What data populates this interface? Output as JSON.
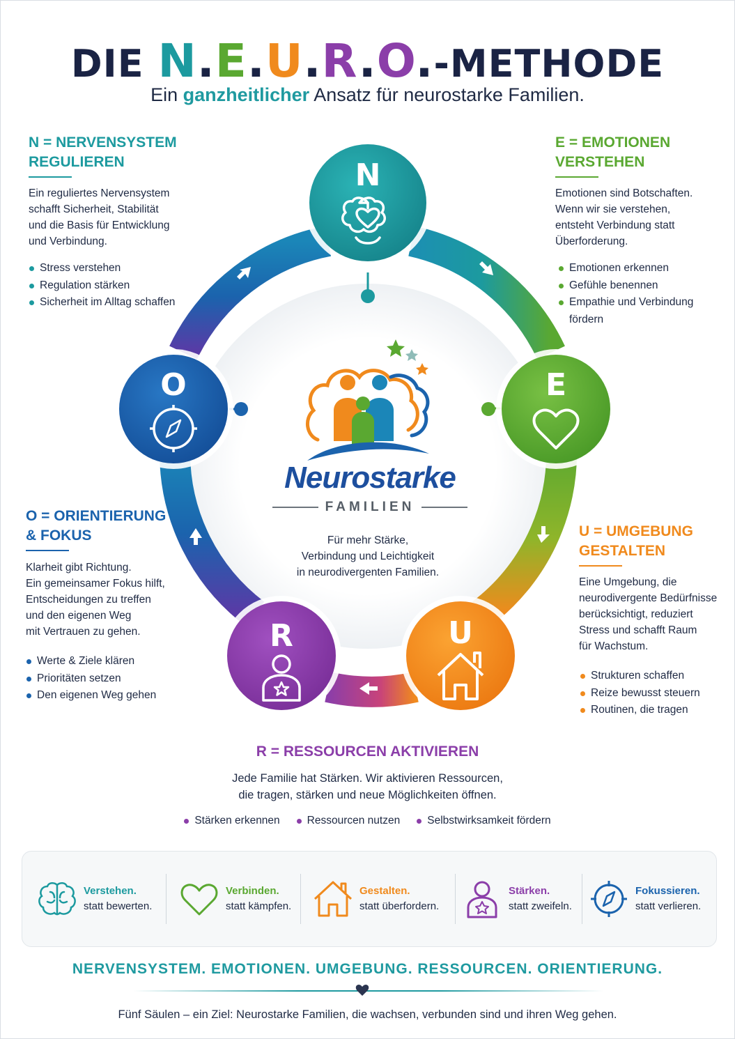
{
  "title": {
    "prefix": "DIE ",
    "letters": [
      {
        "char": "N",
        "color": "#1c9a9f"
      },
      {
        "char": ".",
        "color": "#1a2344"
      },
      {
        "char": "E",
        "color": "#5aa831"
      },
      {
        "char": ".",
        "color": "#1a2344"
      },
      {
        "char": "U",
        "color": "#f08a1d"
      },
      {
        "char": ".",
        "color": "#1a2344"
      },
      {
        "char": "R",
        "color": "#8b3ea9"
      },
      {
        "char": ".",
        "color": "#1a2344"
      },
      {
        "char": "O",
        "color": "#8b3ea9"
      },
      {
        "char": ".",
        "color": "#1a2344"
      }
    ],
    "suffix": "-METHODE"
  },
  "subtitle": {
    "before": "Ein ",
    "highlight": "ganzheitlicher",
    "after": " Ansatz für neurostarke Familien."
  },
  "sections": {
    "n": {
      "title_line1": "N = NERVENSYSTEM",
      "title_line2": "REGULIEREN",
      "color": "#1c9a9f",
      "text": [
        "Ein reguliertes Nervensystem",
        "schafft Sicherheit, Stabilität",
        "und die Basis für Entwicklung",
        "und Verbindung."
      ],
      "bullets": [
        "Stress verstehen",
        "Regulation stärken",
        "Sicherheit im Alltag schaffen"
      ]
    },
    "e": {
      "title_line1": "E = EMOTIONEN",
      "title_line2": "VERSTEHEN",
      "color": "#5aa831",
      "text": [
        "Emotionen sind Botschaften.",
        "Wenn wir sie verstehen,",
        "entsteht Verbindung statt",
        "Überforderung."
      ],
      "bullets": [
        "Emotionen erkennen",
        "Gefühle benennen",
        "Empathie und Verbindung",
        "fördern"
      ]
    },
    "u": {
      "title_line1": "U = UMGEBUNG",
      "title_line2": "GESTALTEN",
      "color": "#f08a1d",
      "text": [
        "Eine Umgebung, die",
        "neurodivergente Bedürfnisse",
        "berücksichtigt, reduziert",
        "Stress und schafft Raum",
        "für Wachstum."
      ],
      "bullets": [
        "Strukturen schaffen",
        "Reize bewusst steuern",
        "Routinen, die tragen"
      ]
    },
    "o": {
      "title_line1": "O = ORIENTIERUNG",
      "title_line2": "& FOKUS",
      "color": "#1b63ad",
      "text": [
        "Klarheit gibt Richtung.",
        "Ein gemeinsamer Fokus hilft,",
        "Entscheidungen zu treffen",
        "und den eigenen Weg",
        "mit Vertrauen zu gehen."
      ],
      "bullets": [
        "Werte & Ziele klären",
        "Prioritäten setzen",
        "Den eigenen Weg gehen"
      ]
    },
    "r": {
      "title": "R = RESSOURCEN AKTIVIEREN",
      "color": "#8b3ea9",
      "text": [
        "Jede Familie hat Stärken. Wir aktivieren Ressourcen,",
        "die tragen, stärken und neue Möglichkeiten öffnen."
      ],
      "bullets": [
        "Stärken erkennen",
        "Ressourcen nutzen",
        "Selbstwirksamkeit fördern"
      ]
    }
  },
  "circle": {
    "nodes": [
      {
        "letter": "N",
        "icon": "brain-heart-icon",
        "color": "#1c9a9f"
      },
      {
        "letter": "E",
        "icon": "heart-icon",
        "color": "#5aa831"
      },
      {
        "letter": "U",
        "icon": "house-icon",
        "color": "#f08a1d"
      },
      {
        "letter": "R",
        "icon": "person-star-icon",
        "color": "#8b3ea9"
      },
      {
        "letter": "O",
        "icon": "compass-icon",
        "color": "#1b63ad"
      }
    ]
  },
  "logo": {
    "word": "Neurostarke",
    "sub": "FAMILIEN",
    "icon": "family-brain-logo"
  },
  "center_text": [
    "Für mehr Stärke,",
    "Verbindung und Leichtigkeit",
    "in neurodivergenten Familien."
  ],
  "features": [
    {
      "icon": "brain-icon",
      "bold": "Verstehen.",
      "text": "statt bewerten.",
      "color": "#1c9a9f"
    },
    {
      "icon": "heart-icon",
      "bold": "Verbinden.",
      "text": "statt kämpfen.",
      "color": "#5aa831"
    },
    {
      "icon": "house-icon",
      "bold": "Gestalten.",
      "text": "statt überfordern.",
      "color": "#f08a1d"
    },
    {
      "icon": "person-star-icon",
      "bold": "Stärken.",
      "text": "statt zweifeln.",
      "color": "#8b3ea9"
    },
    {
      "icon": "compass-icon",
      "bold": "Fokussieren.",
      "text": "statt verlieren.",
      "color": "#1b63ad"
    }
  ],
  "footer": {
    "title": "NERVENSYSTEM. EMOTIONEN. UMGEBUNG. RESSOURCEN. ORIENTIERUNG.",
    "text": "Fünf Säulen – ein Ziel: Neurostarke Familien, die wachsen, verbunden sind und ihren Weg gehen."
  }
}
